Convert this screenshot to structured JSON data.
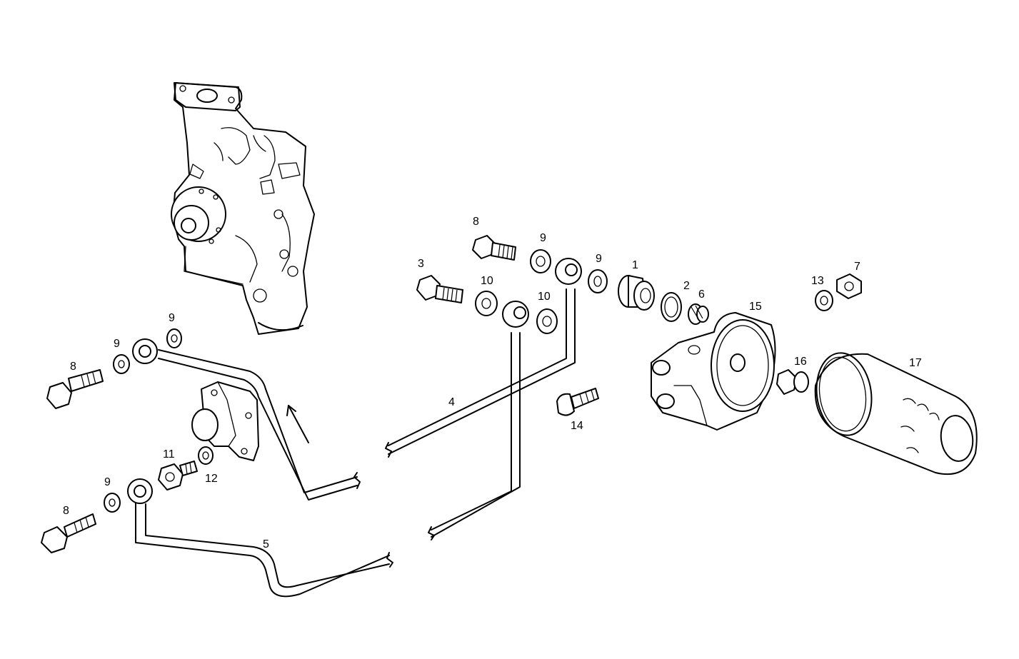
{
  "callouts": {
    "pump_filter_adapter": "1",
    "seal_ring": "2",
    "banjo_bolt_upper": "3",
    "oil_pipe_upper": "4",
    "oil_pipe_lower": "5",
    "threaded_nipple": "6",
    "nut": "7",
    "banjo_bolt_top": "8",
    "banjo_bolt_left_upper": "8",
    "banjo_bolt_left_lower": "8",
    "washer_top_a": "9",
    "washer_top_b": "9",
    "washer_left_a": "9",
    "washer_left_b": "9",
    "washer_left_c": "9",
    "washer_center_a": "10",
    "washer_center_b": "10",
    "union_fitting": "11",
    "union_washer": "12",
    "washer_small": "13",
    "mounting_bolt": "14",
    "filter_bracket": "15",
    "filter_nipple": "16",
    "oil_filter": "17"
  }
}
